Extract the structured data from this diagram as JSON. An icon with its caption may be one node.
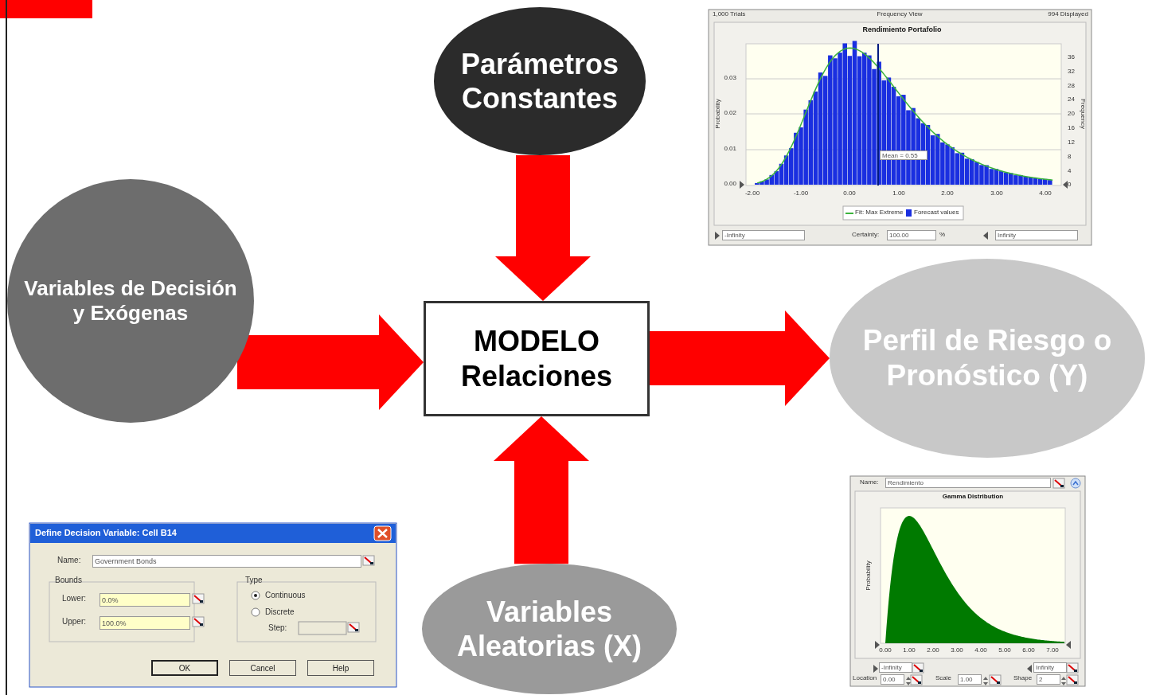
{
  "diagram": {
    "nodes": [
      {
        "text": [
          "Parámetros Constantes"
        ]
      },
      {
        "text": [
          "Variables de Decisión y Exógenas"
        ]
      },
      {
        "text": [
          "MODELO Relaciones"
        ]
      },
      {
        "text": [
          "Perfil de Riesgo o Pronóstico (Y)"
        ]
      },
      {
        "text": [
          "Variables Aleatorias (X)"
        ]
      }
    ],
    "edges": [
      {
        "from": 0,
        "to": 2,
        "arrow": "to"
      },
      {
        "from": 1,
        "to": 2,
        "arrow": "to"
      },
      {
        "from": 4,
        "to": 2,
        "arrow": "to"
      },
      {
        "from": 2,
        "to": 3,
        "arrow": "to"
      }
    ],
    "labels": [
      "1,000 Trials",
      "Frequency View",
      "994 Displayed",
      "Rendimiento Portafolio",
      "Probability",
      "Frequency",
      "0.03",
      "0.02",
      "0.01",
      "0.00",
      "36",
      "32",
      "28",
      "24",
      "20",
      "16",
      "12",
      "8",
      "4",
      "0",
      "-2.00",
      "-1.00",
      "0.00",
      "1.00",
      "2.00",
      "3.00",
      "4.00",
      "Mean = 0.55",
      "-Infinity",
      "Certainty:",
      "100.00",
      "%",
      "Infinity",
      "Name:",
      "Rendimiento",
      "Gamma Distribution",
      "Probability",
      "0.00",
      "1.00",
      "2.00",
      "3.00",
      "4.00",
      "5.00",
      "6.00",
      "7.00",
      "-Infinity",
      "Infinity",
      "Location",
      "0.00",
      "Scale",
      "1.00",
      "Shape",
      "2",
      "Define Decision Variable: Cell B14",
      "Name:",
      "Government Bonds",
      "Bounds",
      "Lower:",
      "0.0%",
      "Upper:",
      "100.0%",
      "Type",
      "Continuous",
      "Discrete",
      "Step:",
      "OK",
      "Cancel",
      "Help"
    ],
    "legend": [
      {
        "text": "Fit: Max Extreme"
      },
      {
        "text": "Forecast values",
        "color": "#1a2fe0"
      }
    ]
  }
}
